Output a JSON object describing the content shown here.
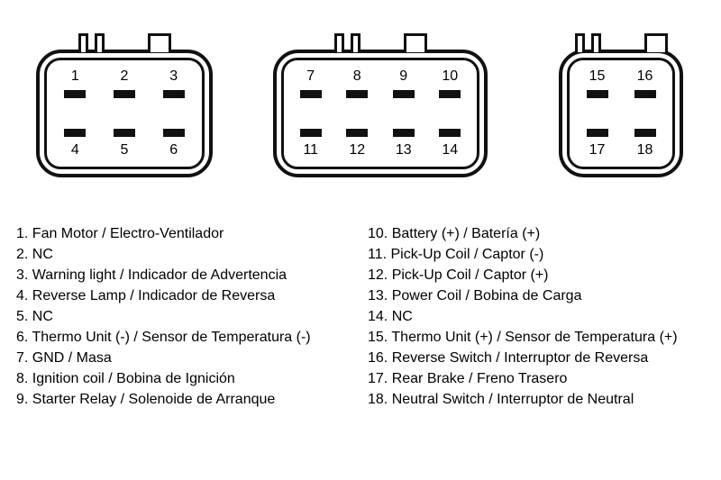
{
  "colors": {
    "line": "#111111",
    "background": "#ffffff"
  },
  "connectors": [
    {
      "id": "connector-6-pin",
      "rows": [
        [
          "1",
          "2",
          "3"
        ],
        [
          "4",
          "5",
          "6"
        ]
      ]
    },
    {
      "id": "connector-8-pin",
      "rows": [
        [
          "7",
          "8",
          "9",
          "10"
        ],
        [
          "11",
          "12",
          "13",
          "14"
        ]
      ]
    },
    {
      "id": "connector-4-pin",
      "rows": [
        [
          "15",
          "16"
        ],
        [
          "17",
          "18"
        ]
      ]
    }
  ],
  "legend": {
    "left": [
      "1. Fan Motor / Electro-Ventilador",
      "2. NC",
      "3. Warning light / Indicador de Advertencia",
      "4. Reverse Lamp / Indicador de Reversa",
      "5. NC",
      "6. Thermo Unit (-) / Sensor de Temperatura (-)",
      "7. GND / Masa",
      "8. Ignition coil / Bobina de Ignición",
      "9. Starter Relay / Solenoide de Arranque"
    ],
    "right": [
      "10. Battery (+) / Batería (+)",
      "11. Pick-Up Coil / Captor (-)",
      "12. Pick-Up Coil / Captor (+)",
      "13. Power Coil / Bobina de Carga",
      "14. NC",
      "15. Thermo Unit (+) / Sensor de Temperatura (+)",
      "16. Reverse Switch / Interruptor de Reversa",
      "17. Rear Brake / Freno Trasero",
      "18. Neutral Switch / Interruptor de Neutral"
    ]
  }
}
